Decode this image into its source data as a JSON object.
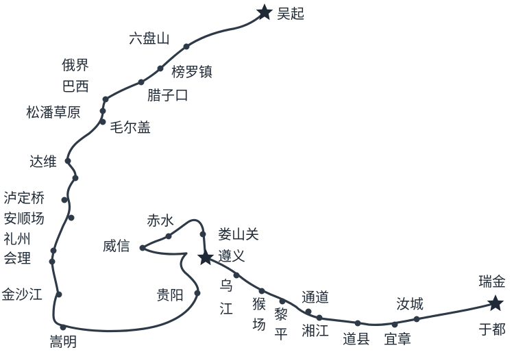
{
  "labels": {
    "wuqi": "吴起",
    "liupanshan": "六盘山",
    "bangluozhen": "榜罗镇",
    "ejie": "俄界",
    "baxi": "巴西",
    "lazikou": "腊子口",
    "songpan": "松潘草原",
    "maoergai": "毛尔盖",
    "dawei": "达维",
    "ludingqiao": "泸定桥",
    "anshunchang": "安顺场",
    "lizhou": "礼州",
    "huili": "会理",
    "jinshajiang": "金沙江",
    "songming": "嵩明",
    "chishui": "赤水",
    "weixin": "威信",
    "loushanguan": "娄山关",
    "zunyi": "遵义",
    "guiyang": "贵阳",
    "wujiang": [
      "乌",
      "江"
    ],
    "houchang": [
      "猴",
      "场"
    ],
    "liping": [
      "黎",
      "平"
    ],
    "tongdao": "通道",
    "xiangjiang": "湘江",
    "daoxian": "道县",
    "yizhang": "宜章",
    "rucheng": "汝城",
    "ruijin": "瑞金",
    "yudu": "于都"
  },
  "colors": {
    "route": "#2e3a48",
    "text": "#1f2a36",
    "background": "#ffffff"
  }
}
